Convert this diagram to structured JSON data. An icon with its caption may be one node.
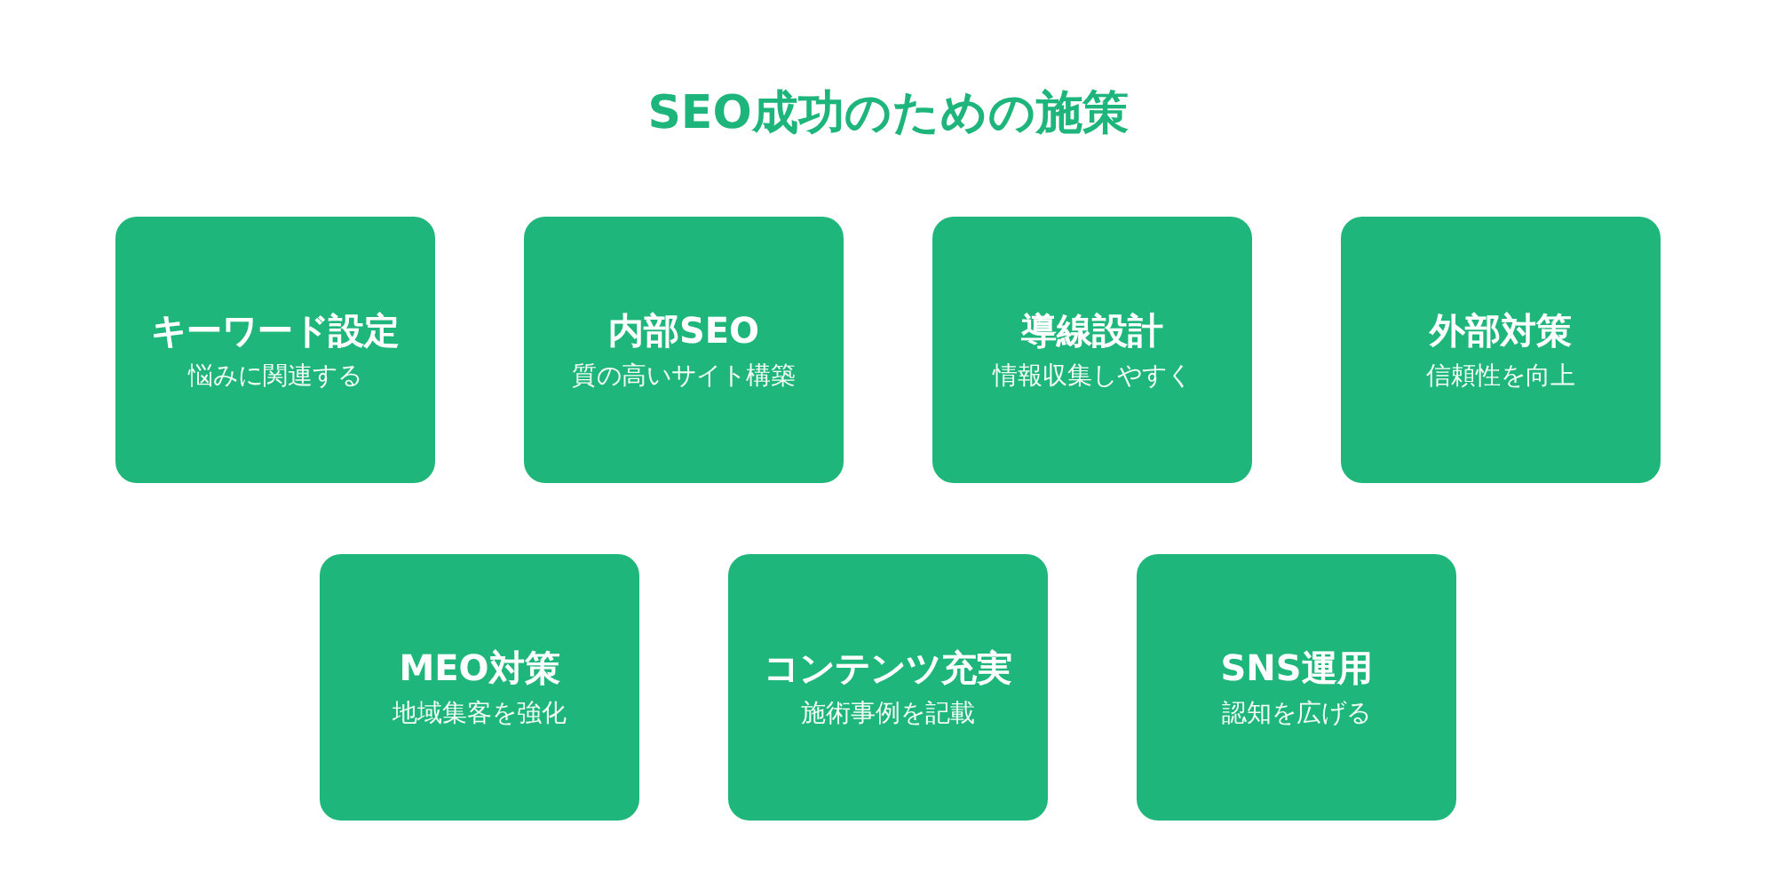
{
  "diagram": {
    "title": "SEO成功のための施策",
    "nodes": [
      {
        "text": [
          "キーワード設定",
          "悩みに関連する"
        ]
      },
      {
        "text": [
          "内部SEO",
          "質の高いサイト構築"
        ]
      },
      {
        "text": [
          "導線設計",
          "情報収集しやすく"
        ]
      },
      {
        "text": [
          "外部対策",
          "信頼性を向上"
        ]
      },
      {
        "text": [
          "MEO対策",
          "地域集客を強化"
        ]
      },
      {
        "text": [
          "コンテンツ充実",
          "施術事例を記載"
        ]
      },
      {
        "text": [
          "SNS運用",
          "認知を広げる"
        ]
      }
    ]
  }
}
